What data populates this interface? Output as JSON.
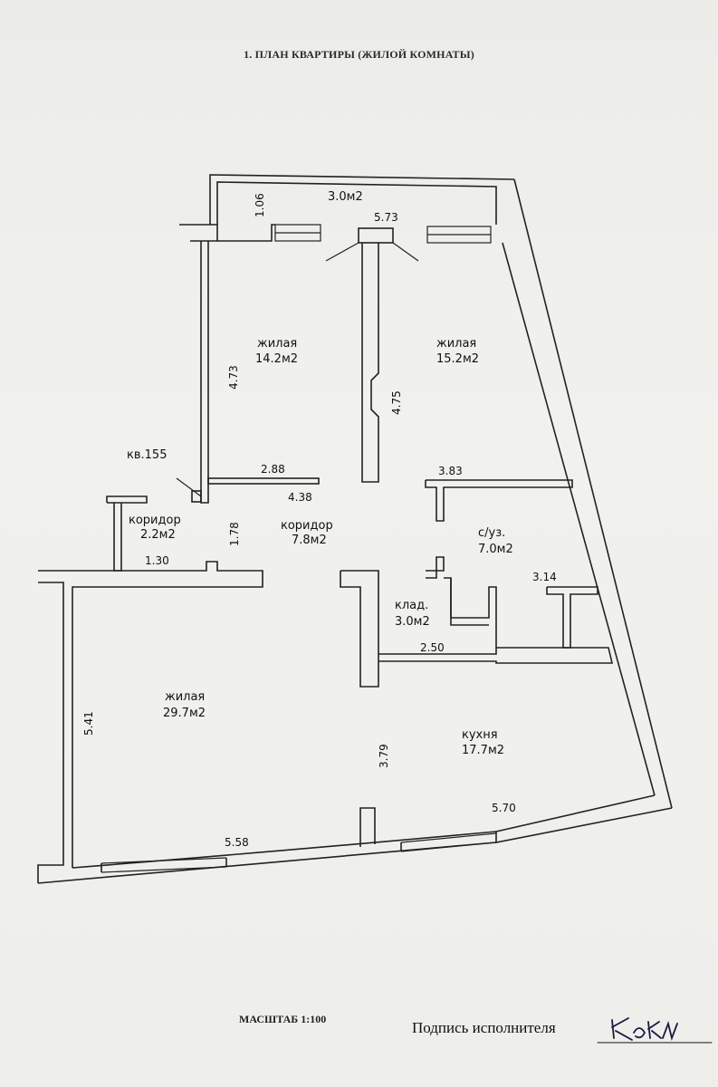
{
  "document": {
    "title": "1. ПЛАН КВАРТИРЫ (ЖИЛОЙ КОМНАТЫ)",
    "scale": "МАСШТАБ 1:100",
    "signature_label": "Подпись исполнителя"
  },
  "rooms": {
    "balcony_area": "3.0м2",
    "living_1_name": "жилая",
    "living_1_area": "14.2м2",
    "living_2_name": "жилая",
    "living_2_area": "15.2м2",
    "apartment_label": "кв.155",
    "corridor_small_name": "коридор",
    "corridor_small_area": "2.2м2",
    "corridor_main_name": "коридор",
    "corridor_main_area": "7.8м2",
    "bathroom_name": "с/уз.",
    "bathroom_area": "7.0м2",
    "storage_name": "клад.",
    "storage_area": "3.0м2",
    "living_3_name": "жилая",
    "living_3_area": "29.7м2",
    "kitchen_name": "кухня",
    "kitchen_area": "17.7м2"
  },
  "dimensions": {
    "d_106": "1.06",
    "d_573": "5.73",
    "d_473": "4.73",
    "d_475": "4.75",
    "d_288": "2.88",
    "d_438": "4.38",
    "d_383": "3.83",
    "d_178": "1.78",
    "d_130": "1.30",
    "d_314": "3.14",
    "d_250": "2.50",
    "d_541": "5.41",
    "d_379": "3.79",
    "d_570": "5.70",
    "d_558": "5.58"
  }
}
